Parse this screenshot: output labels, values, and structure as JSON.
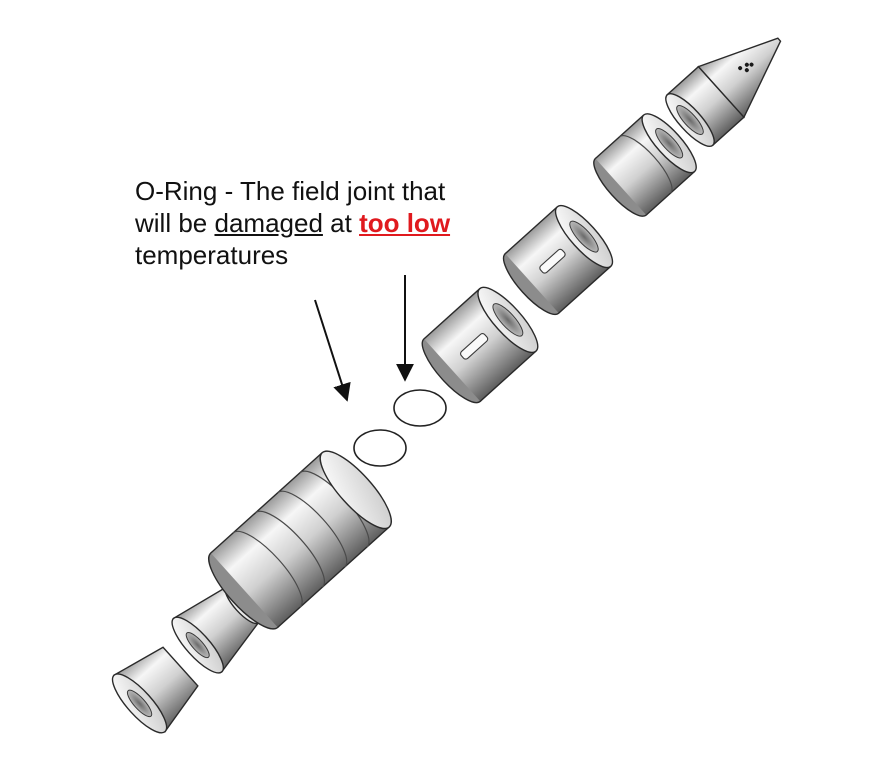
{
  "caption": {
    "line1": "O-Ring - The field joint that",
    "line2_prefix": "will be",
    "line2_damaged": "damaged",
    "line2_at": "at",
    "line2_too_low": "too low",
    "line3": "temperatures"
  },
  "colors": {
    "text": "#111111",
    "highlight": "#e0191e",
    "segment_light": "#f4f4f4",
    "segment_dark": "#6e6e6e",
    "outline": "#2a2a2a"
  },
  "icons": [
    "arrow-icon",
    "o-ring-icon"
  ]
}
